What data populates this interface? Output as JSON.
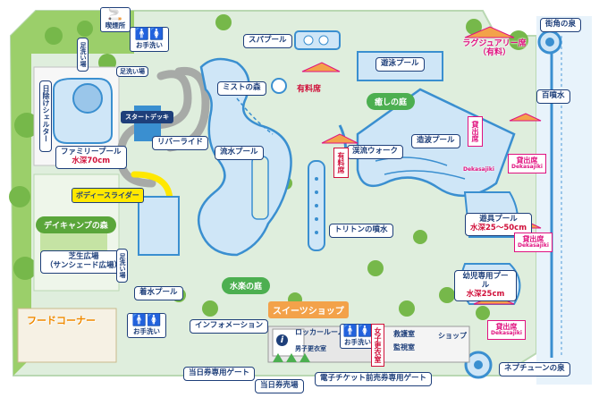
{
  "map": {
    "areas": {
      "spa_pool": "スパプール",
      "lap_pool": "遊泳プール",
      "mist_forest": "ミストの森",
      "healing_garden": "癒しの庭",
      "wave_pool": "造波プール",
      "mountain_stream": "渓流ウォーク",
      "river_ride": "リバーライド",
      "start_deck": "スタートデッキ",
      "family_pool": "ファミリープール",
      "family_pool_depth": "水深70cm",
      "body_slider": "ボディースライダー",
      "day_camp_forest": "デイキャンプの森",
      "lawn_plaza": "芝生広場",
      "lawn_plaza_sub": "（サンシェード広場）",
      "splash_pool": "着水プール",
      "lazy_river": "流水プール",
      "triton_fountain": "トリトンの噴水",
      "water_garden": "水楽の庭",
      "toy_pool": "遊具プール",
      "toy_pool_depth": "水深25～50cm",
      "kids_pool": "幼児専用プール",
      "kids_pool_depth": "水深25cm",
      "sunshade_shelter": "日除けシェルター",
      "street_fountain": "街角の泉",
      "hundred_fountain": "百噴水",
      "neptune_fountain": "ネプチューンの泉",
      "sweets_shop": "スイーツショップ",
      "food_corner": "フードコーナー",
      "information": "インフォメーション",
      "locker_room": "ロッカールーム",
      "mens_changing": "男子更衣室",
      "womens_changing": "女子更衣室",
      "first_aid": "救護室",
      "monitor_room": "監視室",
      "shop": "ショップ",
      "restroom": "お手洗い",
      "handwash": "お手洗い",
      "foot_wash_1": "足洗い場",
      "foot_wash_2": "足洗い場",
      "foot_wash_3": "足洗い場",
      "smoking": "喫煙所",
      "same_day_gate": "当日券専用ゲート",
      "ticket_office": "当日券売場",
      "e_ticket_gate": "電子チケット前売券専用ゲート"
    },
    "paid_seats": {
      "paid_1": "有料席",
      "paid_2": "有料席",
      "luxury": "ラグジュアリー席",
      "luxury_sub": "（有料）",
      "rental": "貸出席",
      "rental_en": "Dekasajiki"
    },
    "colors": {
      "water": "#cfe6f7",
      "water_dark": "#3a8fd0",
      "land": "#dfeedd",
      "grass": "#9bcf6a",
      "path": "#a7aaa7",
      "label_border": "#1e3f7a",
      "accent_pink": "#e0117f",
      "accent_red": "#d0103a",
      "green_label": "#4caf50",
      "umbrella": "#f3a24a"
    }
  }
}
